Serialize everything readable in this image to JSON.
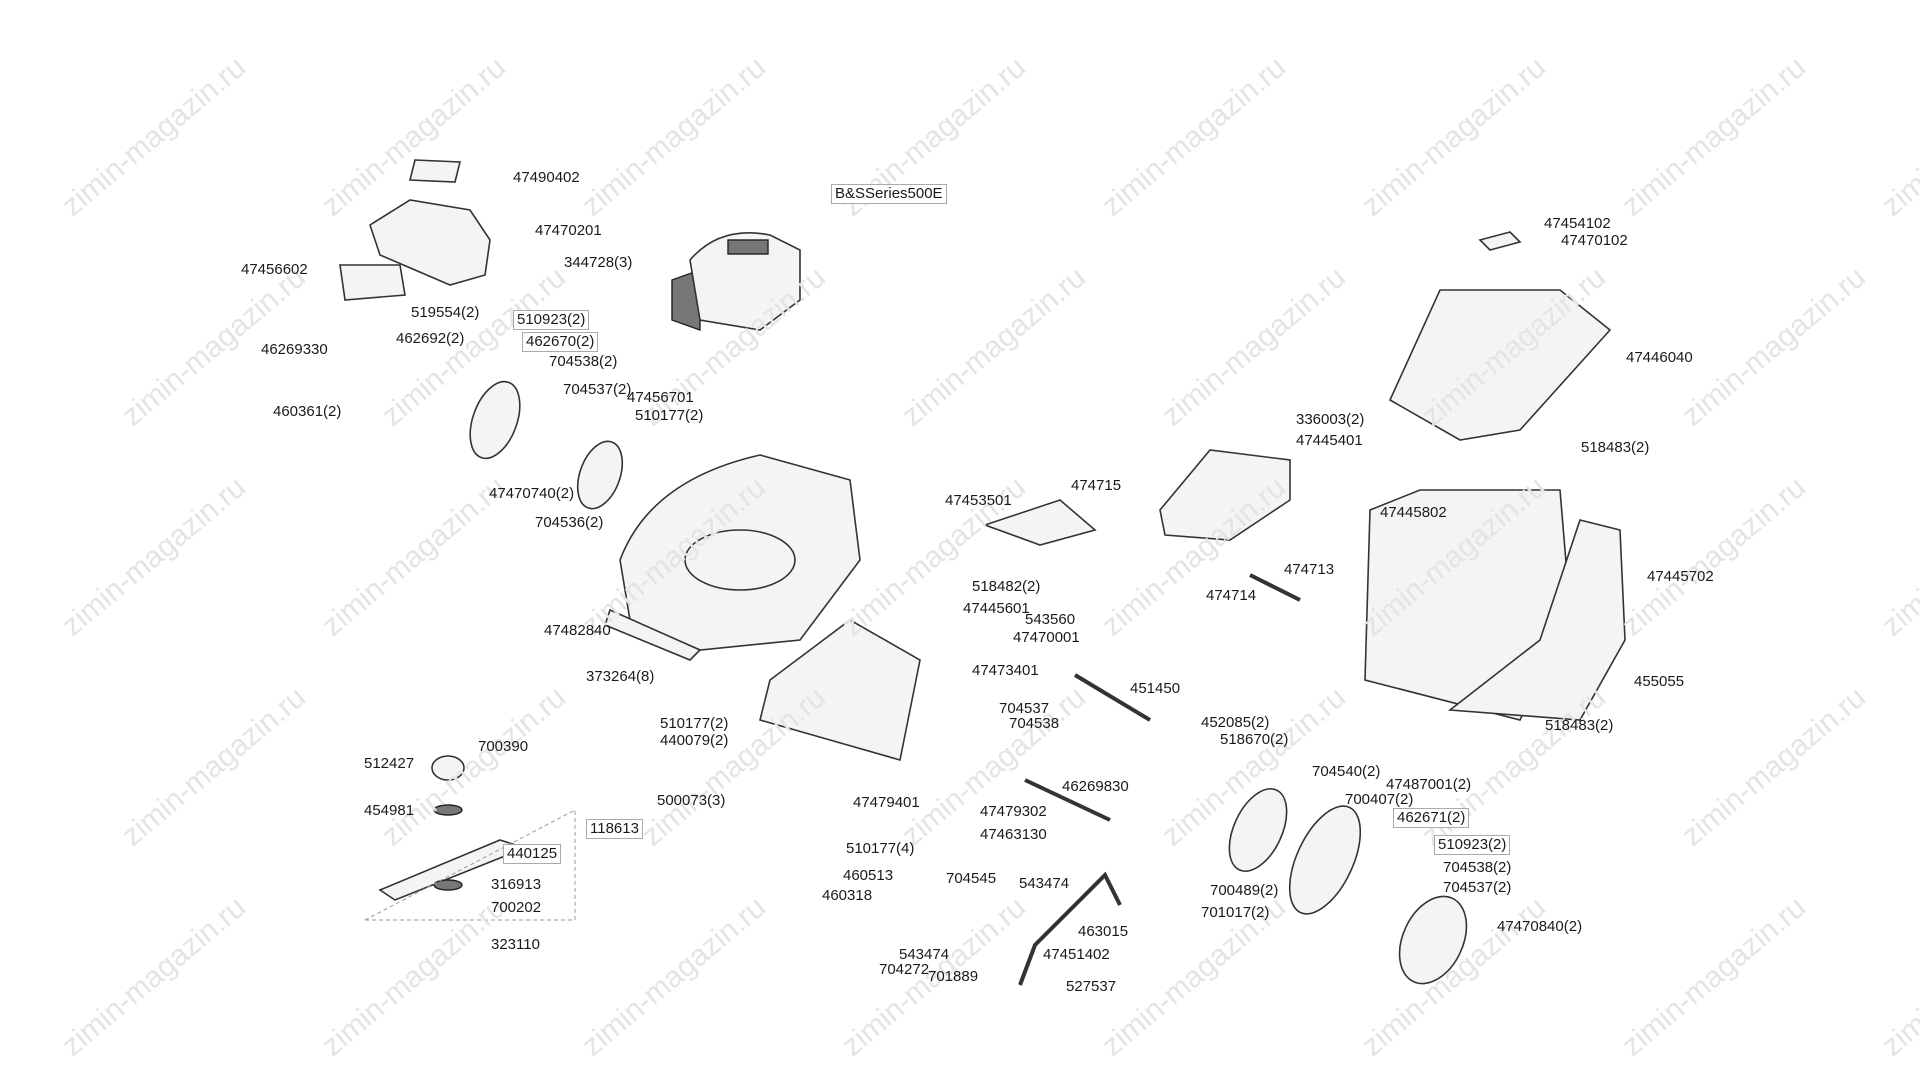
{
  "watermark": "zimin-magazin.ru",
  "labels": [
    {
      "text": "47490402"
    },
    {
      "text": "47470201"
    },
    {
      "text": "47456602"
    },
    {
      "text": "344728(3)"
    },
    {
      "text": "B&SSeries500E",
      "boxed": true
    },
    {
      "text": "519554(2)"
    },
    {
      "text": "510923(2)",
      "boxed": true
    },
    {
      "text": "462692(2)"
    },
    {
      "text": "462670(2)",
      "boxed": true
    },
    {
      "text": "46269330"
    },
    {
      "text": "704538(2)"
    },
    {
      "text": "704537(2)"
    },
    {
      "text": "47456701"
    },
    {
      "text": "510177(2)"
    },
    {
      "text": "460361(2)"
    },
    {
      "text": "47470740(2)"
    },
    {
      "text": "704536(2)"
    },
    {
      "text": "47453501"
    },
    {
      "text": "474715"
    },
    {
      "text": "47445401"
    },
    {
      "text": "336003(2)"
    },
    {
      "text": "47454102"
    },
    {
      "text": "47470102"
    },
    {
      "text": "47446040"
    },
    {
      "text": "518483(2)"
    },
    {
      "text": "47445802"
    },
    {
      "text": "474713"
    },
    {
      "text": "474714"
    },
    {
      "text": "47445702"
    },
    {
      "text": "518482(2)"
    },
    {
      "text": "47445601"
    },
    {
      "text": "543560"
    },
    {
      "text": "47470001"
    },
    {
      "text": "47482840"
    },
    {
      "text": "47473401"
    },
    {
      "text": "373264(8)"
    },
    {
      "text": "451450"
    },
    {
      "text": "455055"
    },
    {
      "text": "704537"
    },
    {
      "text": "704538"
    },
    {
      "text": "452085(2)"
    },
    {
      "text": "518670(2)"
    },
    {
      "text": "518483(2)"
    },
    {
      "text": "510177(2)"
    },
    {
      "text": "440079(2)"
    },
    {
      "text": "700390"
    },
    {
      "text": "512427"
    },
    {
      "text": "704540(2)"
    },
    {
      "text": "47487001(2)"
    },
    {
      "text": "46269830"
    },
    {
      "text": "700407(2)"
    },
    {
      "text": "500073(3)"
    },
    {
      "text": "47479401"
    },
    {
      "text": "47479302"
    },
    {
      "text": "462671(2)",
      "boxed": true
    },
    {
      "text": "454981"
    },
    {
      "text": "118613",
      "boxed": true
    },
    {
      "text": "47463130"
    },
    {
      "text": "510177(4)"
    },
    {
      "text": "510923(2)",
      "boxed": true
    },
    {
      "text": "440125",
      "boxed": true
    },
    {
      "text": "704538(2)"
    },
    {
      "text": "704545"
    },
    {
      "text": "543474"
    },
    {
      "text": "460513"
    },
    {
      "text": "704537(2)"
    },
    {
      "text": "700489(2)"
    },
    {
      "text": "316913"
    },
    {
      "text": "460318"
    },
    {
      "text": "701017(2)"
    },
    {
      "text": "700202"
    },
    {
      "text": "47470840(2)"
    },
    {
      "text": "463015"
    },
    {
      "text": "323110"
    },
    {
      "text": "543474"
    },
    {
      "text": "47451402"
    },
    {
      "text": "704272"
    },
    {
      "text": "701889"
    },
    {
      "text": "527537"
    }
  ]
}
